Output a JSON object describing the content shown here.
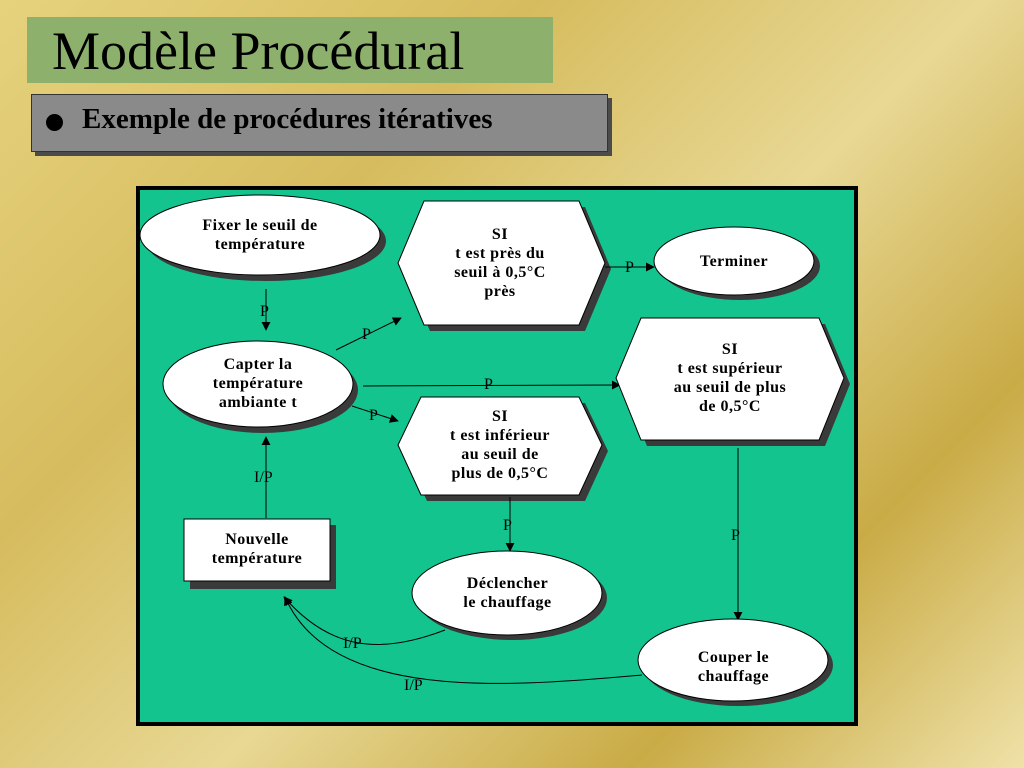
{
  "slide": {
    "title": "Modèle Procédural",
    "bullet": "Exemple de procédures itératives"
  },
  "diagram": {
    "nodes": {
      "fixer": "Fixer le seuil de\ntempérature",
      "si_pres": "SI\nt est près du\nseuil à 0,5°C\nprès",
      "terminer": "Terminer",
      "capter": "Capter la\ntempérature\nambiante t",
      "si_sup": "SI\nt est supérieur\nau seuil de plus\nde 0,5°C",
      "si_inf": "SI\nt est inférieur\nau seuil de\nplus de 0,5°C",
      "nouvelle": "Nouvelle\ntempérature",
      "declencher": "Déclencher\nle chauffage",
      "couper": "Couper le\nchauffage"
    },
    "labels": {
      "p_fixer_capter": "P",
      "p_capter_sipres": "P",
      "p_capter_sisup": "P",
      "p_capter_siinf": "P",
      "p_sipres_terminer": "P",
      "p_siinf_declencher": "P",
      "p_sisup_couper": "P",
      "ip_nouvelle_capter": "I/P",
      "ip_declencher_nouvelle": "I/P",
      "ip_couper_nouvelle": "I/P"
    }
  },
  "colors": {
    "title_bg": "#8db06d",
    "bullet_bg": "#8a8a8a",
    "diagram_bg": "#13c48f",
    "node_fill": "#ffffff",
    "shadow": "#3a3a3a"
  }
}
